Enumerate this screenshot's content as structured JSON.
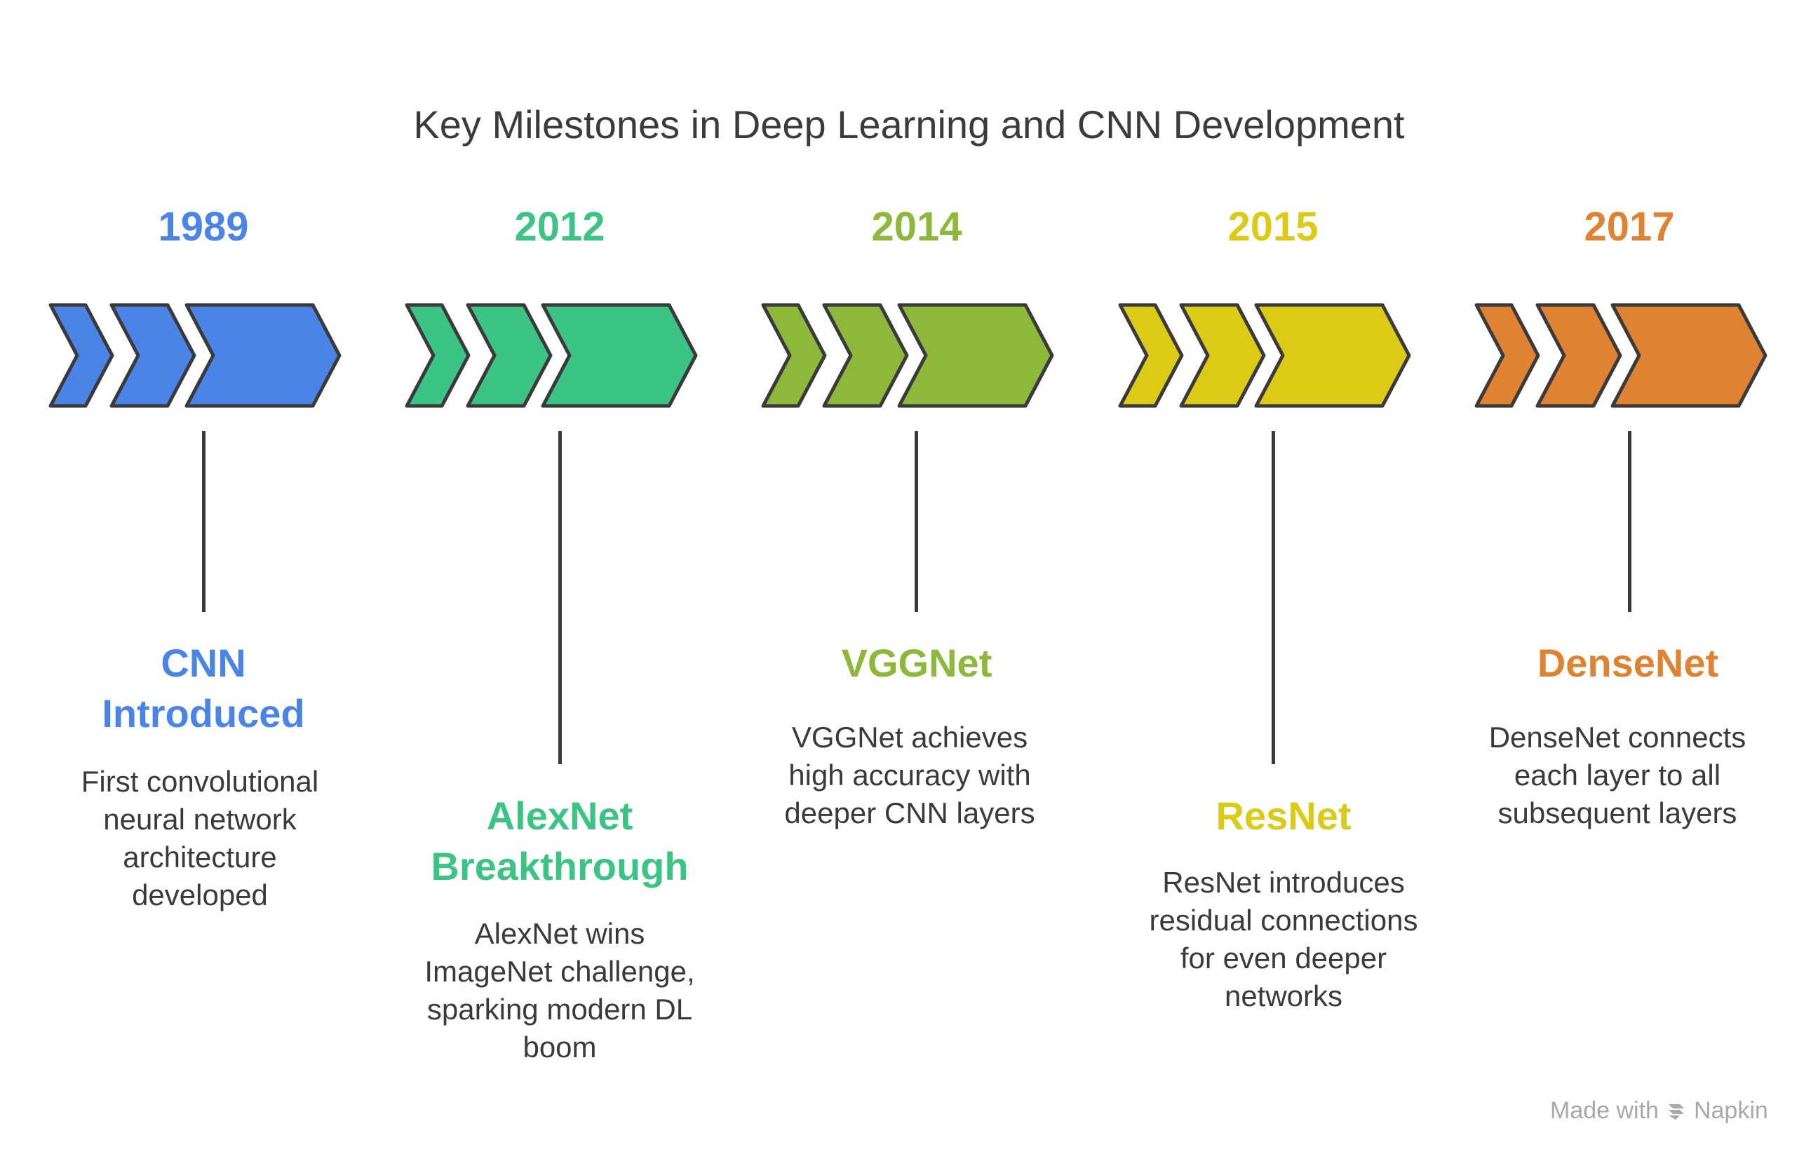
{
  "title": "Key Milestones in Deep Learning and CNN Development",
  "milestones": [
    {
      "year": "1989",
      "name": "CNN Introduced",
      "desc": "First convolutional neural network architecture developed",
      "color": "#4a84e6"
    },
    {
      "year": "2012",
      "name": "AlexNet Breakthrough",
      "desc": "AlexNet wins ImageNet challenge, sparking modern DL boom",
      "color": "#3cc484"
    },
    {
      "year": "2014",
      "name": "VGGNet",
      "desc": "VGGNet achieves high accuracy with deeper CNN layers",
      "color": "#8db93a"
    },
    {
      "year": "2015",
      "name": "ResNet",
      "desc": "ResNet introduces residual connections for even deeper networks",
      "color": "#dccb16"
    },
    {
      "year": "2017",
      "name": "DenseNet",
      "desc": "DenseNet connects each layer to all subsequent layers",
      "color": "#df8332"
    }
  ],
  "footer": {
    "prefix": "Made with",
    "brand": "Napkin",
    "icon": "napkin-logo-icon"
  }
}
